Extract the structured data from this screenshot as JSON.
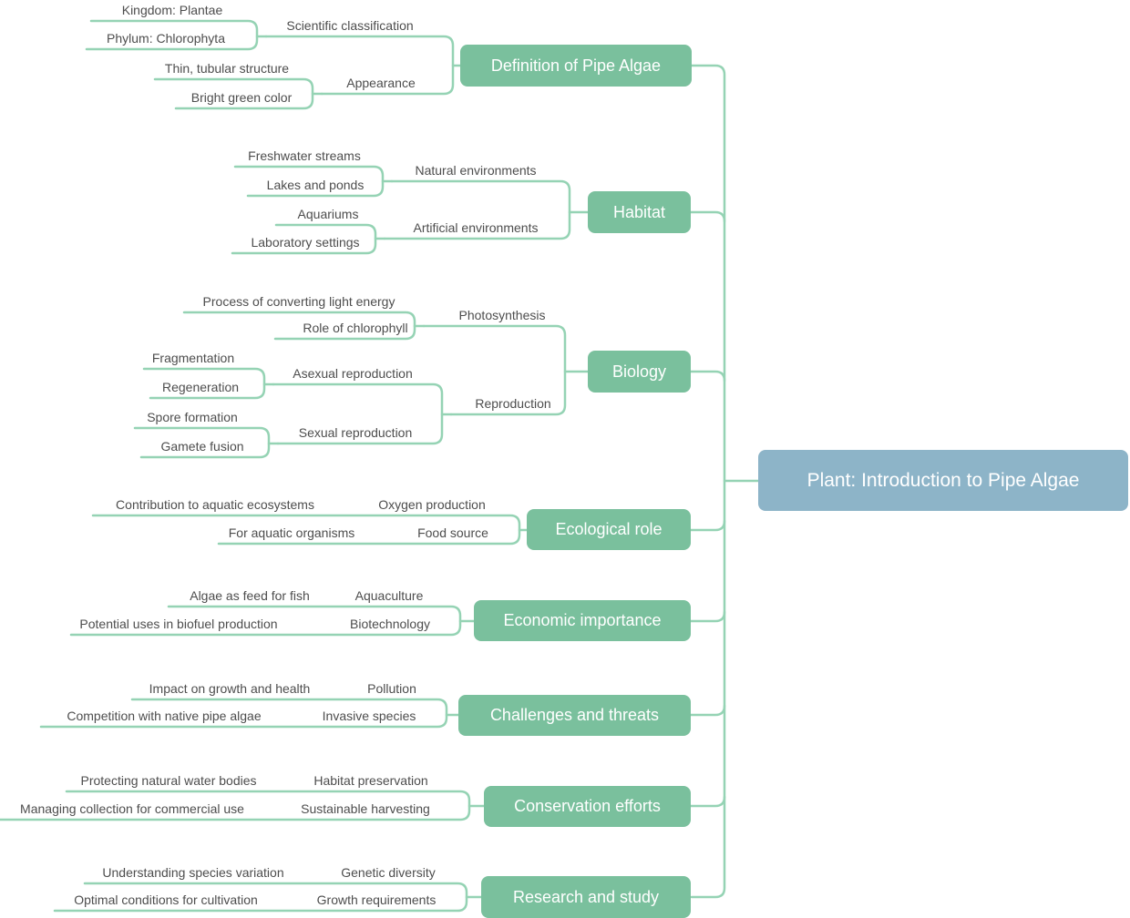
{
  "title": "Mind map: Plant: Introduction to Pipe Algae",
  "colors": {
    "branch_fill": "#7ac09d",
    "root_fill": "#8db4c8",
    "connector_line": "#95d3b4",
    "node_text": "#ffffff",
    "label_text": "#4d4d4d",
    "background": "#ffffff"
  },
  "root": {
    "label": "Plant: Introduction to Pipe Algae"
  },
  "branches": [
    {
      "label": "Definition of Pipe Algae",
      "children": [
        {
          "label": "Scientific classification",
          "children": [
            {
              "label": "Kingdom: Plantae"
            },
            {
              "label": "Phylum: Chlorophyta"
            }
          ]
        },
        {
          "label": "Appearance",
          "children": [
            {
              "label": "Thin, tubular structure"
            },
            {
              "label": "Bright green color"
            }
          ]
        }
      ]
    },
    {
      "label": "Habitat",
      "children": [
        {
          "label": "Natural environments",
          "children": [
            {
              "label": "Freshwater streams"
            },
            {
              "label": "Lakes and ponds"
            }
          ]
        },
        {
          "label": "Artificial environments",
          "children": [
            {
              "label": "Aquariums"
            },
            {
              "label": "Laboratory settings"
            }
          ]
        }
      ]
    },
    {
      "label": "Biology",
      "children": [
        {
          "label": "Photosynthesis",
          "children": [
            {
              "label": "Process of converting light energy"
            },
            {
              "label": "Role of chlorophyll"
            }
          ]
        },
        {
          "label": "Reproduction",
          "children": [
            {
              "label": "Asexual reproduction",
              "children": [
                {
                  "label": "Fragmentation"
                },
                {
                  "label": "Regeneration"
                }
              ]
            },
            {
              "label": "Sexual reproduction",
              "children": [
                {
                  "label": "Spore formation"
                },
                {
                  "label": "Gamete fusion"
                }
              ]
            }
          ]
        }
      ]
    },
    {
      "label": "Ecological role",
      "children": [
        {
          "label": "Oxygen production",
          "children": [
            {
              "label": "Contribution to aquatic ecosystems"
            }
          ]
        },
        {
          "label": "Food source",
          "children": [
            {
              "label": "For aquatic organisms"
            }
          ]
        }
      ]
    },
    {
      "label": "Economic importance",
      "children": [
        {
          "label": "Aquaculture",
          "children": [
            {
              "label": "Algae as feed for fish"
            }
          ]
        },
        {
          "label": "Biotechnology",
          "children": [
            {
              "label": "Potential uses in biofuel production"
            }
          ]
        }
      ]
    },
    {
      "label": "Challenges and threats",
      "children": [
        {
          "label": "Pollution",
          "children": [
            {
              "label": "Impact on growth and health"
            }
          ]
        },
        {
          "label": "Invasive species",
          "children": [
            {
              "label": "Competition with native pipe algae"
            }
          ]
        }
      ]
    },
    {
      "label": "Conservation efforts",
      "children": [
        {
          "label": "Habitat preservation",
          "children": [
            {
              "label": "Protecting natural water bodies"
            }
          ]
        },
        {
          "label": "Sustainable harvesting",
          "children": [
            {
              "label": "Managing collection for commercial use"
            }
          ]
        }
      ]
    },
    {
      "label": "Research and study",
      "children": [
        {
          "label": "Genetic diversity",
          "children": [
            {
              "label": "Understanding species variation"
            }
          ]
        },
        {
          "label": "Growth requirements",
          "children": [
            {
              "label": "Optimal conditions for cultivation"
            }
          ]
        }
      ]
    }
  ]
}
